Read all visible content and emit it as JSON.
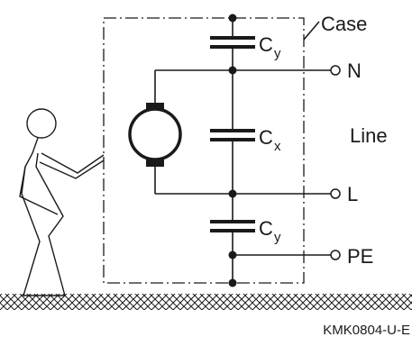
{
  "labels": {
    "case": "Case",
    "line": "Line",
    "n": "N",
    "l": "L",
    "pe": "PE",
    "cy_top_main": "C",
    "cy_top_sub": "y",
    "cx_main": "C",
    "cx_sub": "x",
    "cy_bottom_main": "C",
    "cy_bottom_sub": "y",
    "figure_code": "KMK0804-U-E"
  }
}
